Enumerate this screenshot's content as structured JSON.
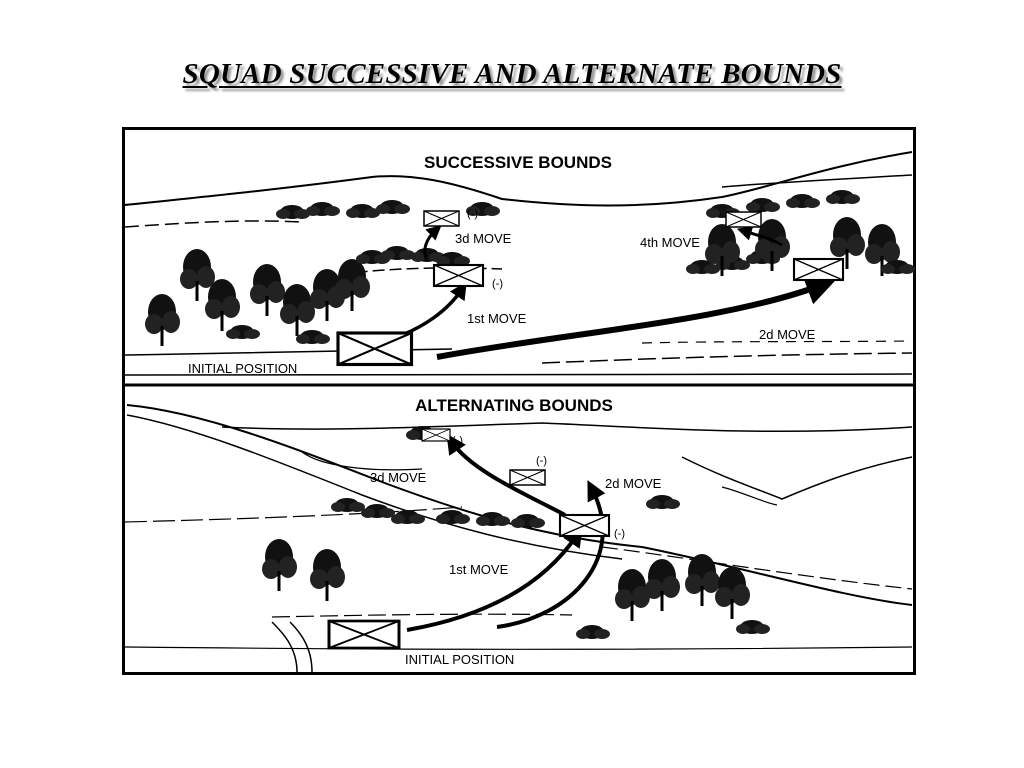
{
  "slide": {
    "title": "SQUAD SUCCESSIVE AND ALTERNATE BOUNDS"
  },
  "successive": {
    "title": "SUCCESSIVE BOUNDS",
    "initial_position": "INITIAL POSITION",
    "moves": {
      "first": "1st MOVE",
      "second": "2d MOVE",
      "third": "3d MOVE",
      "fourth": "4th MOVE"
    },
    "element_symbol": "(-)"
  },
  "alternating": {
    "title": "ALTERNATING BOUNDS",
    "initial_position": "INITIAL POSITION",
    "moves": {
      "first": "1st MOVE",
      "second": "2d MOVE",
      "third": "3d MOVE"
    },
    "element_symbol": "(-)"
  }
}
